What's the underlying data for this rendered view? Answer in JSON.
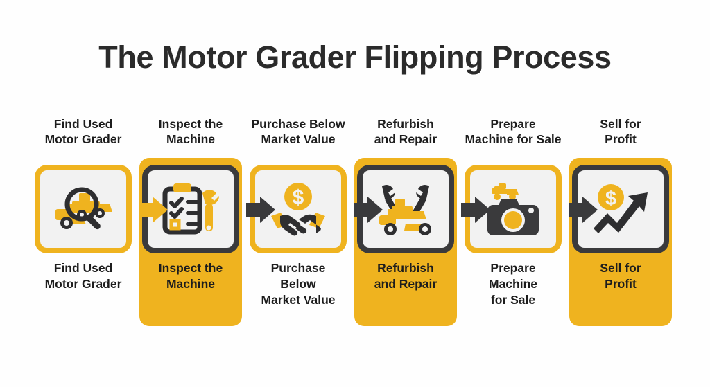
{
  "title": "The Motor Grader Flipping Process",
  "colors": {
    "yellow": "#efb31f",
    "dark": "#3a3a3c",
    "box_fill": "#f2f2f2",
    "background": "#fefefe",
    "text": "#1d1d1d"
  },
  "steps": [
    {
      "top_label_line1": "Find Used",
      "top_label_line2": "Motor Grader",
      "bottom_label_line1": "Find Used",
      "bottom_label_line2": "Motor Grader",
      "bottom_label_line3": "",
      "border_color": "yellow",
      "panel": false,
      "icon": "magnifier-over-motor-grader-icon"
    },
    {
      "top_label_line1": "Inspect the",
      "top_label_line2": "Machine",
      "bottom_label_line1": "Inspect the",
      "bottom_label_line2": "Machine",
      "bottom_label_line3": "",
      "border_color": "dark",
      "panel": true,
      "icon": "clipboard-checklist-wrench-icon"
    },
    {
      "top_label_line1": "Purchase Below",
      "top_label_line2": "Market Value",
      "bottom_label_line1": "Purchase",
      "bottom_label_line2": "Below",
      "bottom_label_line3": "Market Value",
      "border_color": "yellow",
      "panel": false,
      "icon": "handshake-dollar-coin-icon"
    },
    {
      "top_label_line1": "Refurbish",
      "top_label_line2": "and Repair",
      "bottom_label_line1": "Refurbish",
      "bottom_label_line2": "and Repair",
      "bottom_label_line3": "",
      "border_color": "dark",
      "panel": true,
      "icon": "crossed-wrenches-grader-icon"
    },
    {
      "top_label_line1": "Prepare",
      "top_label_line2": "Machine for Sale",
      "bottom_label_line1": "Prepare",
      "bottom_label_line2": "Machine",
      "bottom_label_line3": "for Sale",
      "border_color": "yellow",
      "panel": false,
      "icon": "camera-grader-photo-icon"
    },
    {
      "top_label_line1": "Sell for",
      "top_label_line2": "Profit",
      "bottom_label_line1": "Sell for",
      "bottom_label_line2": "Profit",
      "bottom_label_line3": "",
      "border_color": "dark",
      "panel": true,
      "icon": "dollar-coin-growth-arrow-icon"
    }
  ],
  "arrows": [
    {
      "name": "arrow-step1-to-step2",
      "color": "yellow"
    },
    {
      "name": "arrow-step2-to-step3",
      "color": "dark"
    },
    {
      "name": "arrow-step3-to-step4",
      "color": "dark"
    },
    {
      "name": "arrow-step4-to-step5",
      "color": "dark"
    },
    {
      "name": "arrow-step5-to-step6",
      "color": "dark"
    }
  ]
}
